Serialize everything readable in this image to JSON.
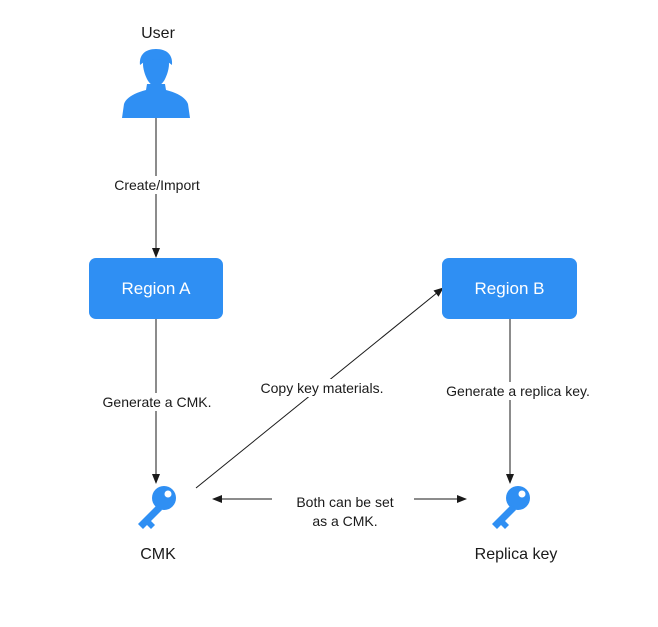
{
  "colors": {
    "accent": "#2f8ff3",
    "line": "#1a1a1a"
  },
  "nodes": {
    "user": {
      "label": "User",
      "icon": "user-icon"
    },
    "region_a": {
      "label": "Region A"
    },
    "region_b": {
      "label": "Region B"
    },
    "cmk": {
      "label": "CMK",
      "icon": "key-icon"
    },
    "replica": {
      "label": "Replica key",
      "icon": "key-icon"
    }
  },
  "edges": {
    "create_import": "Create/Import",
    "generate_cmk": "Generate a CMK.",
    "copy_key": "Copy key materials.",
    "generate_replica": "Generate a replica key.",
    "both_cmk_line1": "Both can be set",
    "both_cmk_line2": "as a CMK."
  }
}
